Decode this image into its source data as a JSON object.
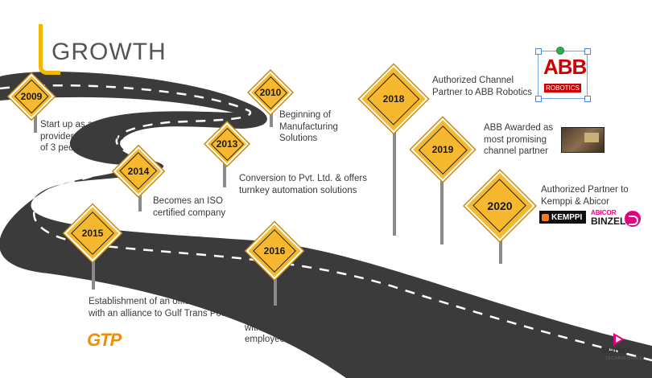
{
  "title": "GROWTH",
  "milestones": [
    {
      "year": "2009",
      "text": "Start up as a service provider with a team of 3 people"
    },
    {
      "year": "2010",
      "text": "Beginning of Manufacturing Solutions"
    },
    {
      "year": "2013",
      "text": "Conversion to Pvt. Ltd. & offers turnkey automation solutions"
    },
    {
      "year": "2014",
      "text": "Becomes an ISO certified company"
    },
    {
      "year": "2015",
      "text": "Establishment of an office in KSA with an alliance to Gulf Trans Power"
    },
    {
      "year": "2016",
      "text": "Certified as ISO 9001-2015 with Team strength of 50+ employees"
    },
    {
      "year": "2018",
      "text": "Authorized Channel Partner to ABB Robotics"
    },
    {
      "year": "2019",
      "text": "ABB Awarded as most promising channel partner"
    },
    {
      "year": "2020",
      "text": "Authorized Partner to Kemppi & Abicor"
    }
  ],
  "logos": {
    "abb": "ABB",
    "abb_sub": "ROBOTICS",
    "kemppi": "KEMPPI",
    "abicor": "ABICOR",
    "binzel": "BINZEL",
    "gtp": "GTP",
    "madox": "MadoX",
    "madox_sub": "TECHNOLOGIES"
  },
  "colors": {
    "road": "#3b3b3b",
    "sign": "#f5b82e",
    "accent": "#f2b705"
  }
}
